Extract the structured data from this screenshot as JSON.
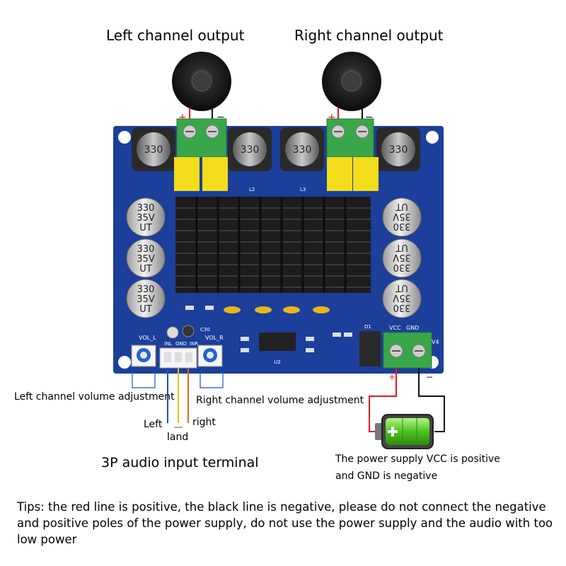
{
  "labels": {
    "left_output": "Left channel output",
    "right_output": "Right channel output",
    "left_volume": "Left channel volume adjustment",
    "right_volume": "Right channel volume adjustment",
    "wire_left": "Left",
    "wire_land": "land",
    "wire_right": "right",
    "audio_terminal": "3P audio input terminal",
    "power_note_line1": "The power supply VCC is positive",
    "power_note_line2": "and GND is negative",
    "tips": "Tips: the red line is positive, the black line is negative, please do not connect the negative and positive poles of the power supply, do not use the power supply and the audio with too low power"
  },
  "board": {
    "vol_l": "VOL_L",
    "vol_r": "VOL_R",
    "inl": "INL",
    "gnd": "GND",
    "inr": "INR",
    "vcc": "VCC",
    "gnd2": "GND",
    "v4": "V4",
    "c30": "C30",
    "l2": "L2",
    "l3": "L3",
    "d1": "D1",
    "u2": "U2",
    "inductor": "330",
    "cap_line1": "330",
    "cap_line2": "35V",
    "cap_line3": "UT"
  },
  "polarity": {
    "plus": "+",
    "minus": "−"
  },
  "colors": {
    "board": "#1b3f9a",
    "heatsink": "#222222",
    "terminal": "#3aa64a",
    "filmcap": "#f3dc1a",
    "wire_red": "#e01b1b",
    "wire_black": "#111111",
    "wire_blue": "#1f4fd6",
    "wire_yellow": "#d8c21a",
    "wire_orange": "#d2691e",
    "battery_fill": "#5ad12a"
  }
}
